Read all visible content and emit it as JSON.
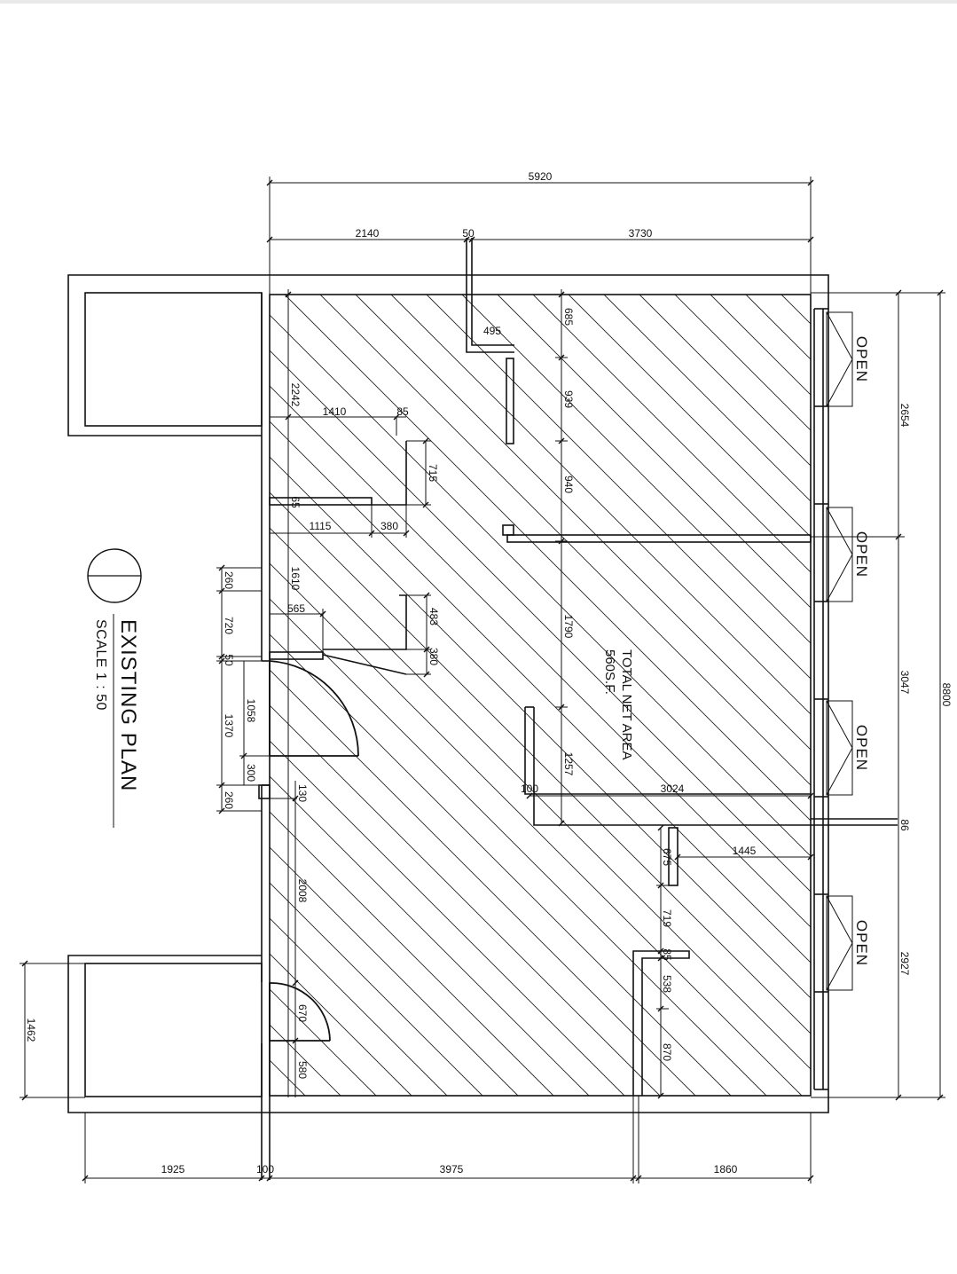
{
  "plan": {
    "title": "EXISTING PLAN",
    "scale": "SCALE 1 : 50",
    "area_label_1": "TOTAL NET AREA",
    "area_label_2": "560S.F.",
    "opening_label": "OPEN",
    "colors": {
      "line": "#111111",
      "hatch": "#222222",
      "background": "#ffffff"
    },
    "icons": [
      "north-symbol-icon",
      "door-swing-icon",
      "window-open-icon"
    ],
    "dimensions": {
      "overall_width": "5920",
      "top_left": "2140",
      "top_mid": "50",
      "top_right": "3730",
      "right_overall": "8800",
      "right_1": "2654",
      "right_2": "3047",
      "right_3": "2927",
      "right_86": "86",
      "left_1462": "1462",
      "bottom_1925": "1925",
      "bottom_100": "100",
      "bottom_3975": "3975",
      "bottom_1860": "1860",
      "d685": "685",
      "d495": "495",
      "d939": "939",
      "d940": "940",
      "d1790": "1790",
      "d1257": "1257",
      "d2242": "2242",
      "d1410": "1410",
      "d85": "85",
      "d715": "715",
      "d1115": "1115",
      "d380": "380",
      "d1610": "1610",
      "d565": "565",
      "d483": "483",
      "d380b": "380",
      "d260a": "260",
      "d720": "720",
      "d50": "50",
      "d1370": "1370",
      "d1058": "1058",
      "d300": "300",
      "d260b": "260",
      "d130": "130",
      "d2008": "2008",
      "d670": "670",
      "d580": "580",
      "d100": "100",
      "d3024": "3024",
      "d1445": "1445",
      "d675": "675",
      "d719": "719",
      "d538": "538",
      "d870": "870",
      "d65": "65",
      "d85b": "85"
    }
  }
}
